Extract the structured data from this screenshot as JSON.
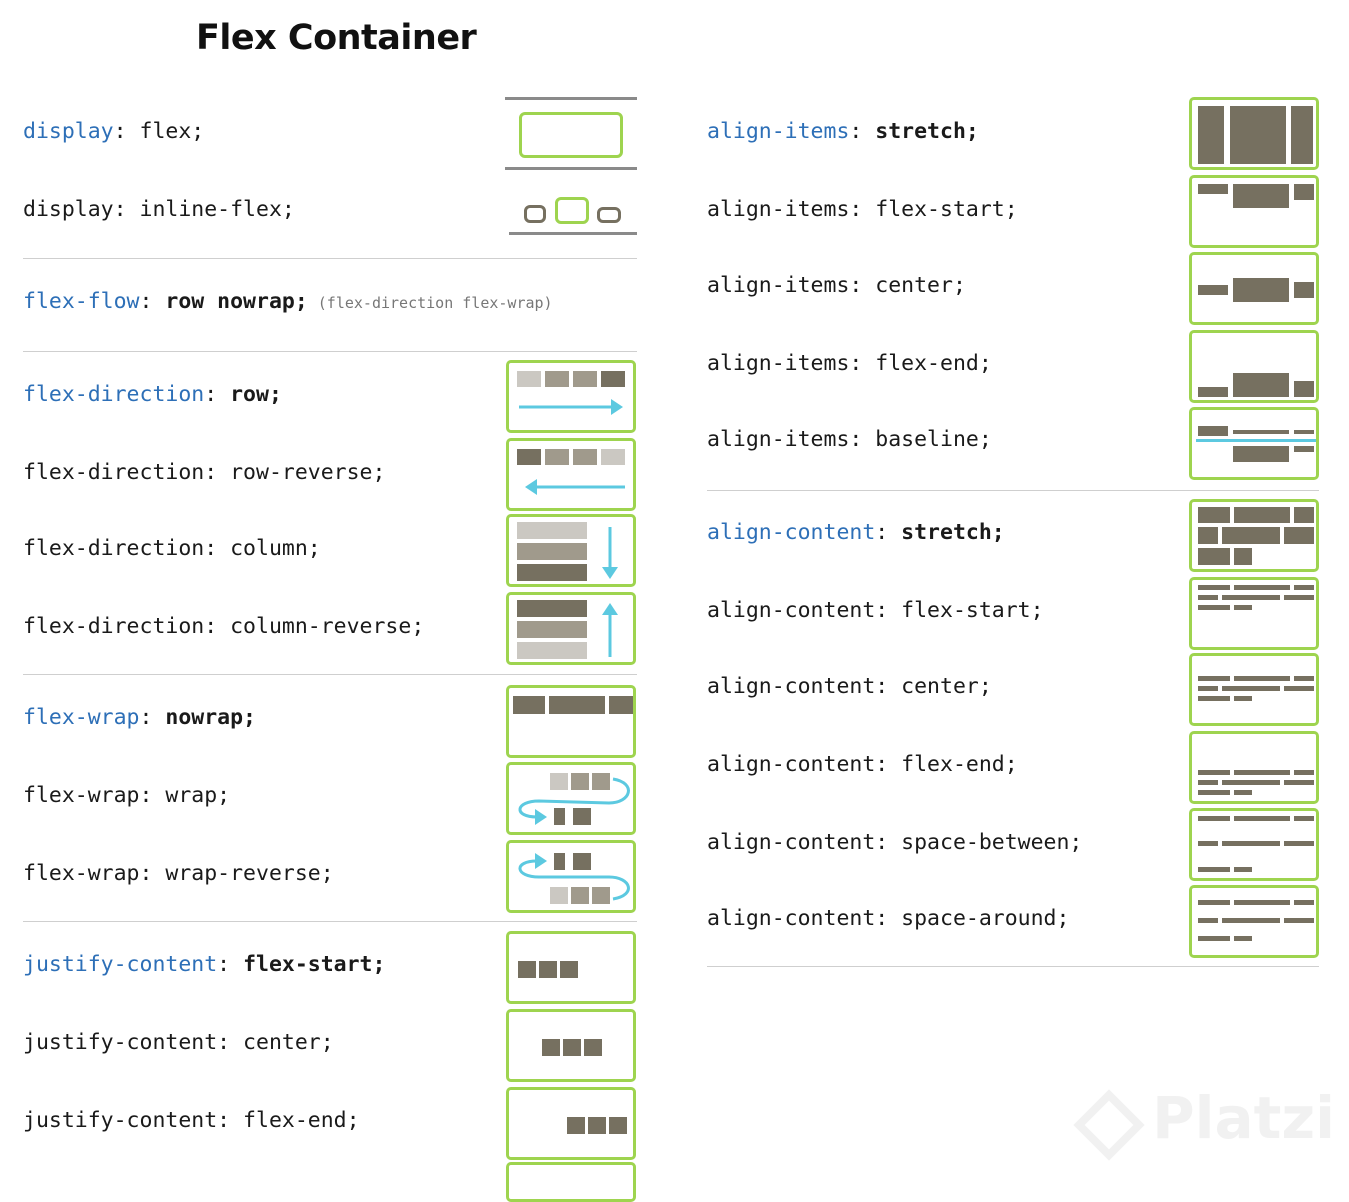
{
  "title": "Flex Container",
  "left_rows": [
    {
      "prop": "display",
      "value": "flex;"
    },
    {
      "full": "display: inline-flex;"
    },
    {
      "prop": "flex-flow",
      "value": "row nowrap;",
      "note": "(flex-direction flex-wrap)"
    },
    {
      "prop": "flex-direction",
      "value": "row;"
    },
    {
      "full": "flex-direction: row-reverse;"
    },
    {
      "full": "flex-direction: column;"
    },
    {
      "full": "flex-direction: column-reverse;"
    },
    {
      "prop": "flex-wrap",
      "value": "nowrap;"
    },
    {
      "full": "flex-wrap: wrap;"
    },
    {
      "full": "flex-wrap: wrap-reverse;"
    },
    {
      "prop": "justify-content",
      "value": "flex-start;"
    },
    {
      "full": "justify-content: center;"
    },
    {
      "full": "justify-content: flex-end;"
    }
  ],
  "right_rows": [
    {
      "prop": "align-items",
      "value": "stretch;"
    },
    {
      "full": "align-items: flex-start;"
    },
    {
      "full": "align-items: center;"
    },
    {
      "full": "align-items: flex-end;"
    },
    {
      "full": "align-items: baseline;"
    },
    {
      "prop": "align-content",
      "value": "stretch;"
    },
    {
      "full": "align-content: flex-start;"
    },
    {
      "full": "align-content: center;"
    },
    {
      "full": "align-content: flex-end;"
    },
    {
      "full": "align-content: space-between;"
    },
    {
      "full": "align-content: space-around;"
    }
  ],
  "watermark": "Platzi",
  "colors": {
    "accent_green": "#9ed44f",
    "property_blue": "#2d6fb7",
    "arrow_cyan": "#5cc9e0",
    "block_dark": "#767060"
  }
}
